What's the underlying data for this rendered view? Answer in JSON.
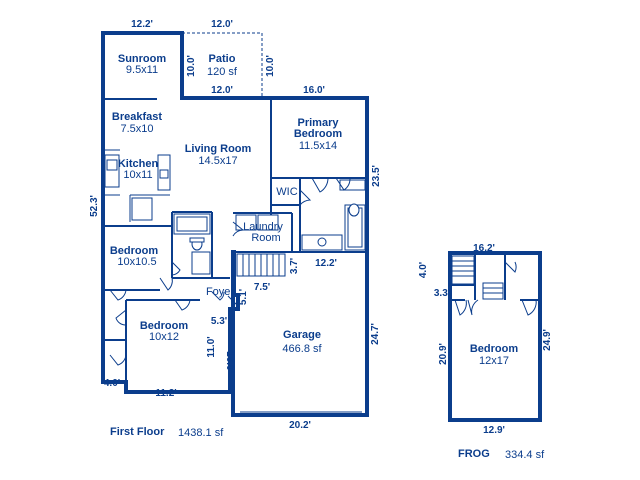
{
  "rooms": {
    "sunroom": {
      "name": "Sunroom",
      "size": "9.5x11"
    },
    "patio": {
      "name": "Patio",
      "size": "120 sf"
    },
    "breakfast": {
      "name": "Breakfast",
      "size": "7.5x10"
    },
    "living": {
      "name": "Living Room",
      "size": "14.5x17"
    },
    "primary": {
      "name1": "Primary",
      "name2": "Bedroom",
      "size": "11.5x14"
    },
    "kitchen": {
      "name": "Kitchen",
      "size": "10x11"
    },
    "wic": {
      "name": "WIC"
    },
    "laundry": {
      "name1": "Laundry",
      "name2": "Room"
    },
    "bedroom1": {
      "name": "Bedroom",
      "size": "10x10.5"
    },
    "foyer": {
      "name": "Foyer"
    },
    "bedroom2": {
      "name": "Bedroom",
      "size": "10x12"
    },
    "garage": {
      "name": "Garage",
      "size": "466.8 sf"
    },
    "frog_bedroom": {
      "name": "Bedroom",
      "size": "12x17"
    }
  },
  "dimensions": {
    "sunroom_top": "12.2'",
    "patio_top": "12.0'",
    "patio_left": "10.0'",
    "patio_right": "10.0'",
    "patio_bottom": "12.0'",
    "primary_top": "16.0'",
    "primary_right": "23.5'",
    "left_side": "52.3'",
    "laundry_a": "3.7'",
    "laundry_b": "12.2'",
    "foyer_a": "7.5'",
    "foyer_b": "5.1'",
    "foyer_c": "5.3'",
    "garage_right": "24.7'",
    "garage_left": "16.0'",
    "bedroom2_right": "11.0'",
    "bottom_left": "4.0'",
    "bedroom2_bottom": "11.2'",
    "garage_bottom": "20.2'",
    "frog_top": "16.2'",
    "frog_left_top": "4.0'",
    "frog_left_small": "3.3'",
    "frog_left": "20.9'",
    "frog_right": "24.9'",
    "frog_bottom": "12.9'"
  },
  "captions": {
    "first_floor_label": "First Floor",
    "first_floor_area": "1438.1 sf",
    "frog_label": "FROG",
    "frog_area": "334.4 sf"
  }
}
